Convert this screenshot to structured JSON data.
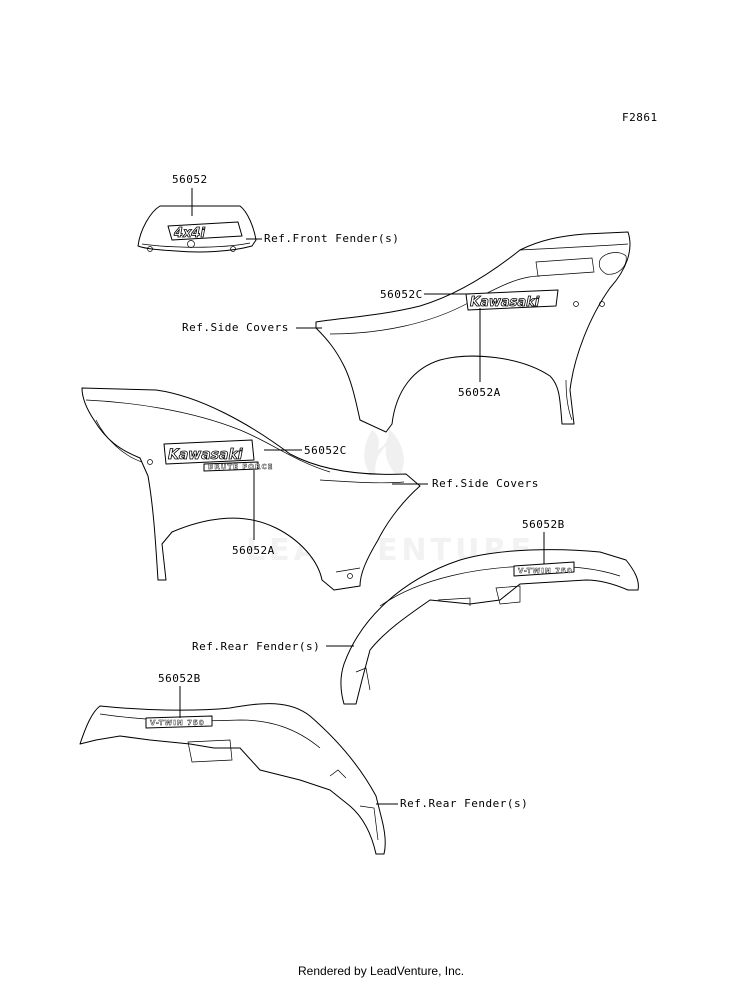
{
  "figure_code": "F2861",
  "watermark": "LEADVENTURE",
  "labels": {
    "front_decal": "56052",
    "front_fender_ref": "Ref.Front Fender(s)",
    "right_decal_c": "56052C",
    "right_side_ref": "Ref.Side Covers",
    "right_decal_a": "56052A",
    "left_decal_c": "56052C",
    "left_side_ref": "Ref.Side Covers",
    "left_decal_a": "56052A",
    "rear_right_decal_b": "56052B",
    "rear_right_ref": "Ref.Rear Fender(s)",
    "rear_left_decal_b": "56052B",
    "rear_left_ref": "Ref.Rear Fender(s)"
  },
  "decals": {
    "four_by_four": "4x4i",
    "brand": "Kawasaki",
    "model": "BRUTE FORCE",
    "variant": "V-TWIN 750"
  },
  "footer": "Rendered by LeadVenture, Inc."
}
